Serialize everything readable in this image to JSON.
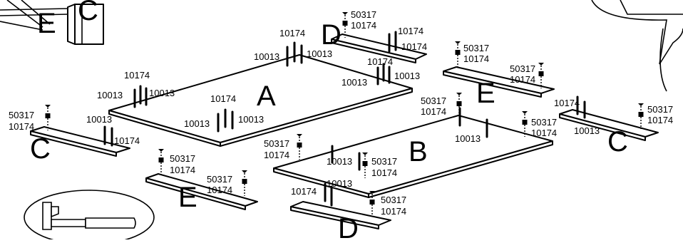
{
  "parts": {
    "cam_bolt": "50317",
    "dowel": "10174",
    "cam_lock": "10013"
  },
  "panels": {
    "a": "A",
    "b": "B",
    "c": "C",
    "d": "D",
    "e": "E"
  },
  "tool": "hammer-icon"
}
